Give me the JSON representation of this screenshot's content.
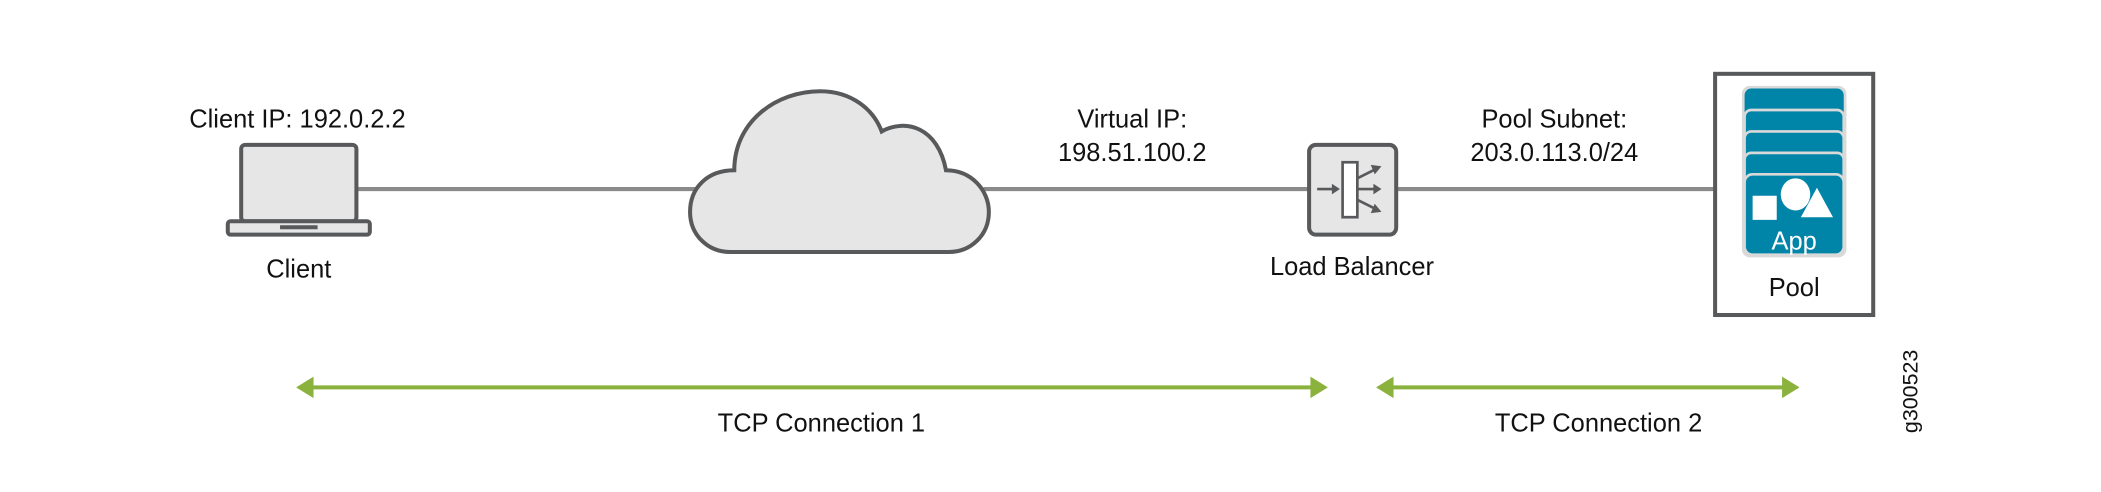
{
  "labels": {
    "client_ip": "Client IP: 192.0.2.2",
    "client": "Client",
    "virtual_ip_title": "Virtual IP:",
    "virtual_ip": "198.51.100.2",
    "load_balancer": "Load Balancer",
    "pool_subnet_title": "Pool Subnet:",
    "pool_subnet": "203.0.113.0/24",
    "app": "App",
    "pool": "Pool",
    "tcp1": "TCP Connection 1",
    "tcp2": "TCP Connection 2",
    "figure_id": "g300523"
  },
  "colors": {
    "stroke": "#58595b",
    "fill": "#e6e6e6",
    "teal": "#0084a8",
    "green": "#8ab23c",
    "line": "#8a8a8a"
  }
}
